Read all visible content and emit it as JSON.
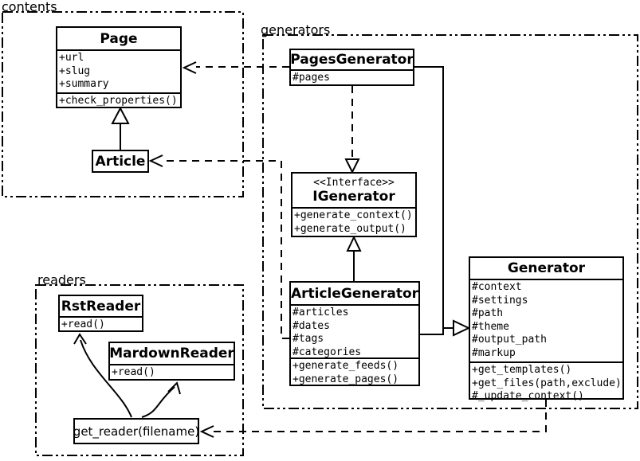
{
  "diagram": {
    "type": "uml-class-diagram",
    "colors": {
      "stroke": "#000000",
      "background": "#ffffff"
    }
  },
  "packages": {
    "contents": {
      "label": "contents"
    },
    "generators": {
      "label": "generators"
    },
    "readers": {
      "label": "readers"
    }
  },
  "classes": {
    "page": {
      "title": "Page",
      "attributes": [
        "+url",
        "+slug",
        "+summary"
      ],
      "methods": [
        "+check_properties()"
      ]
    },
    "article": {
      "title": "Article"
    },
    "pages_generator": {
      "title": "PagesGenerator",
      "attributes": [
        "#pages"
      ]
    },
    "igenerator": {
      "stereotype": "<<Interface>>",
      "title": "IGenerator",
      "methods": [
        "+generate_context()",
        "+generate_output()"
      ]
    },
    "article_generator": {
      "title": "ArticleGenerator",
      "attributes": [
        "#articles",
        "#dates",
        "#tags",
        "#categories"
      ],
      "methods": [
        "+generate_feeds()",
        "+generate_pages()"
      ]
    },
    "generator": {
      "title": "Generator",
      "attributes": [
        "#context",
        "#settings",
        "#path",
        "#theme",
        "#output_path",
        "#markup"
      ],
      "methods": [
        "+get_templates()",
        "+get_files(path,exclude)",
        "#_update_context()"
      ]
    },
    "rst_reader": {
      "title": "RstReader",
      "methods": [
        "+read()"
      ]
    },
    "mardown_reader": {
      "title": "MardownReader",
      "methods": [
        "+read()"
      ]
    },
    "get_reader": {
      "title": "get_reader(filename)"
    }
  },
  "relations": {
    "article_extends_page": "generalization",
    "pagesgenerator_uses_page": "dependency",
    "articlegenerator_uses_article": "dependency",
    "pagesgenerator_realizes_igenerator": "realization",
    "articlegenerator_extends_igenerator": "generalization",
    "pagesgenerator_extends_generator": "generalization",
    "articlegenerator_extends_generator": "generalization",
    "generator_uses_getreader": "dependency",
    "getreader_creates_rstreader": "association",
    "getreader_creates_mardownreader": "association"
  }
}
